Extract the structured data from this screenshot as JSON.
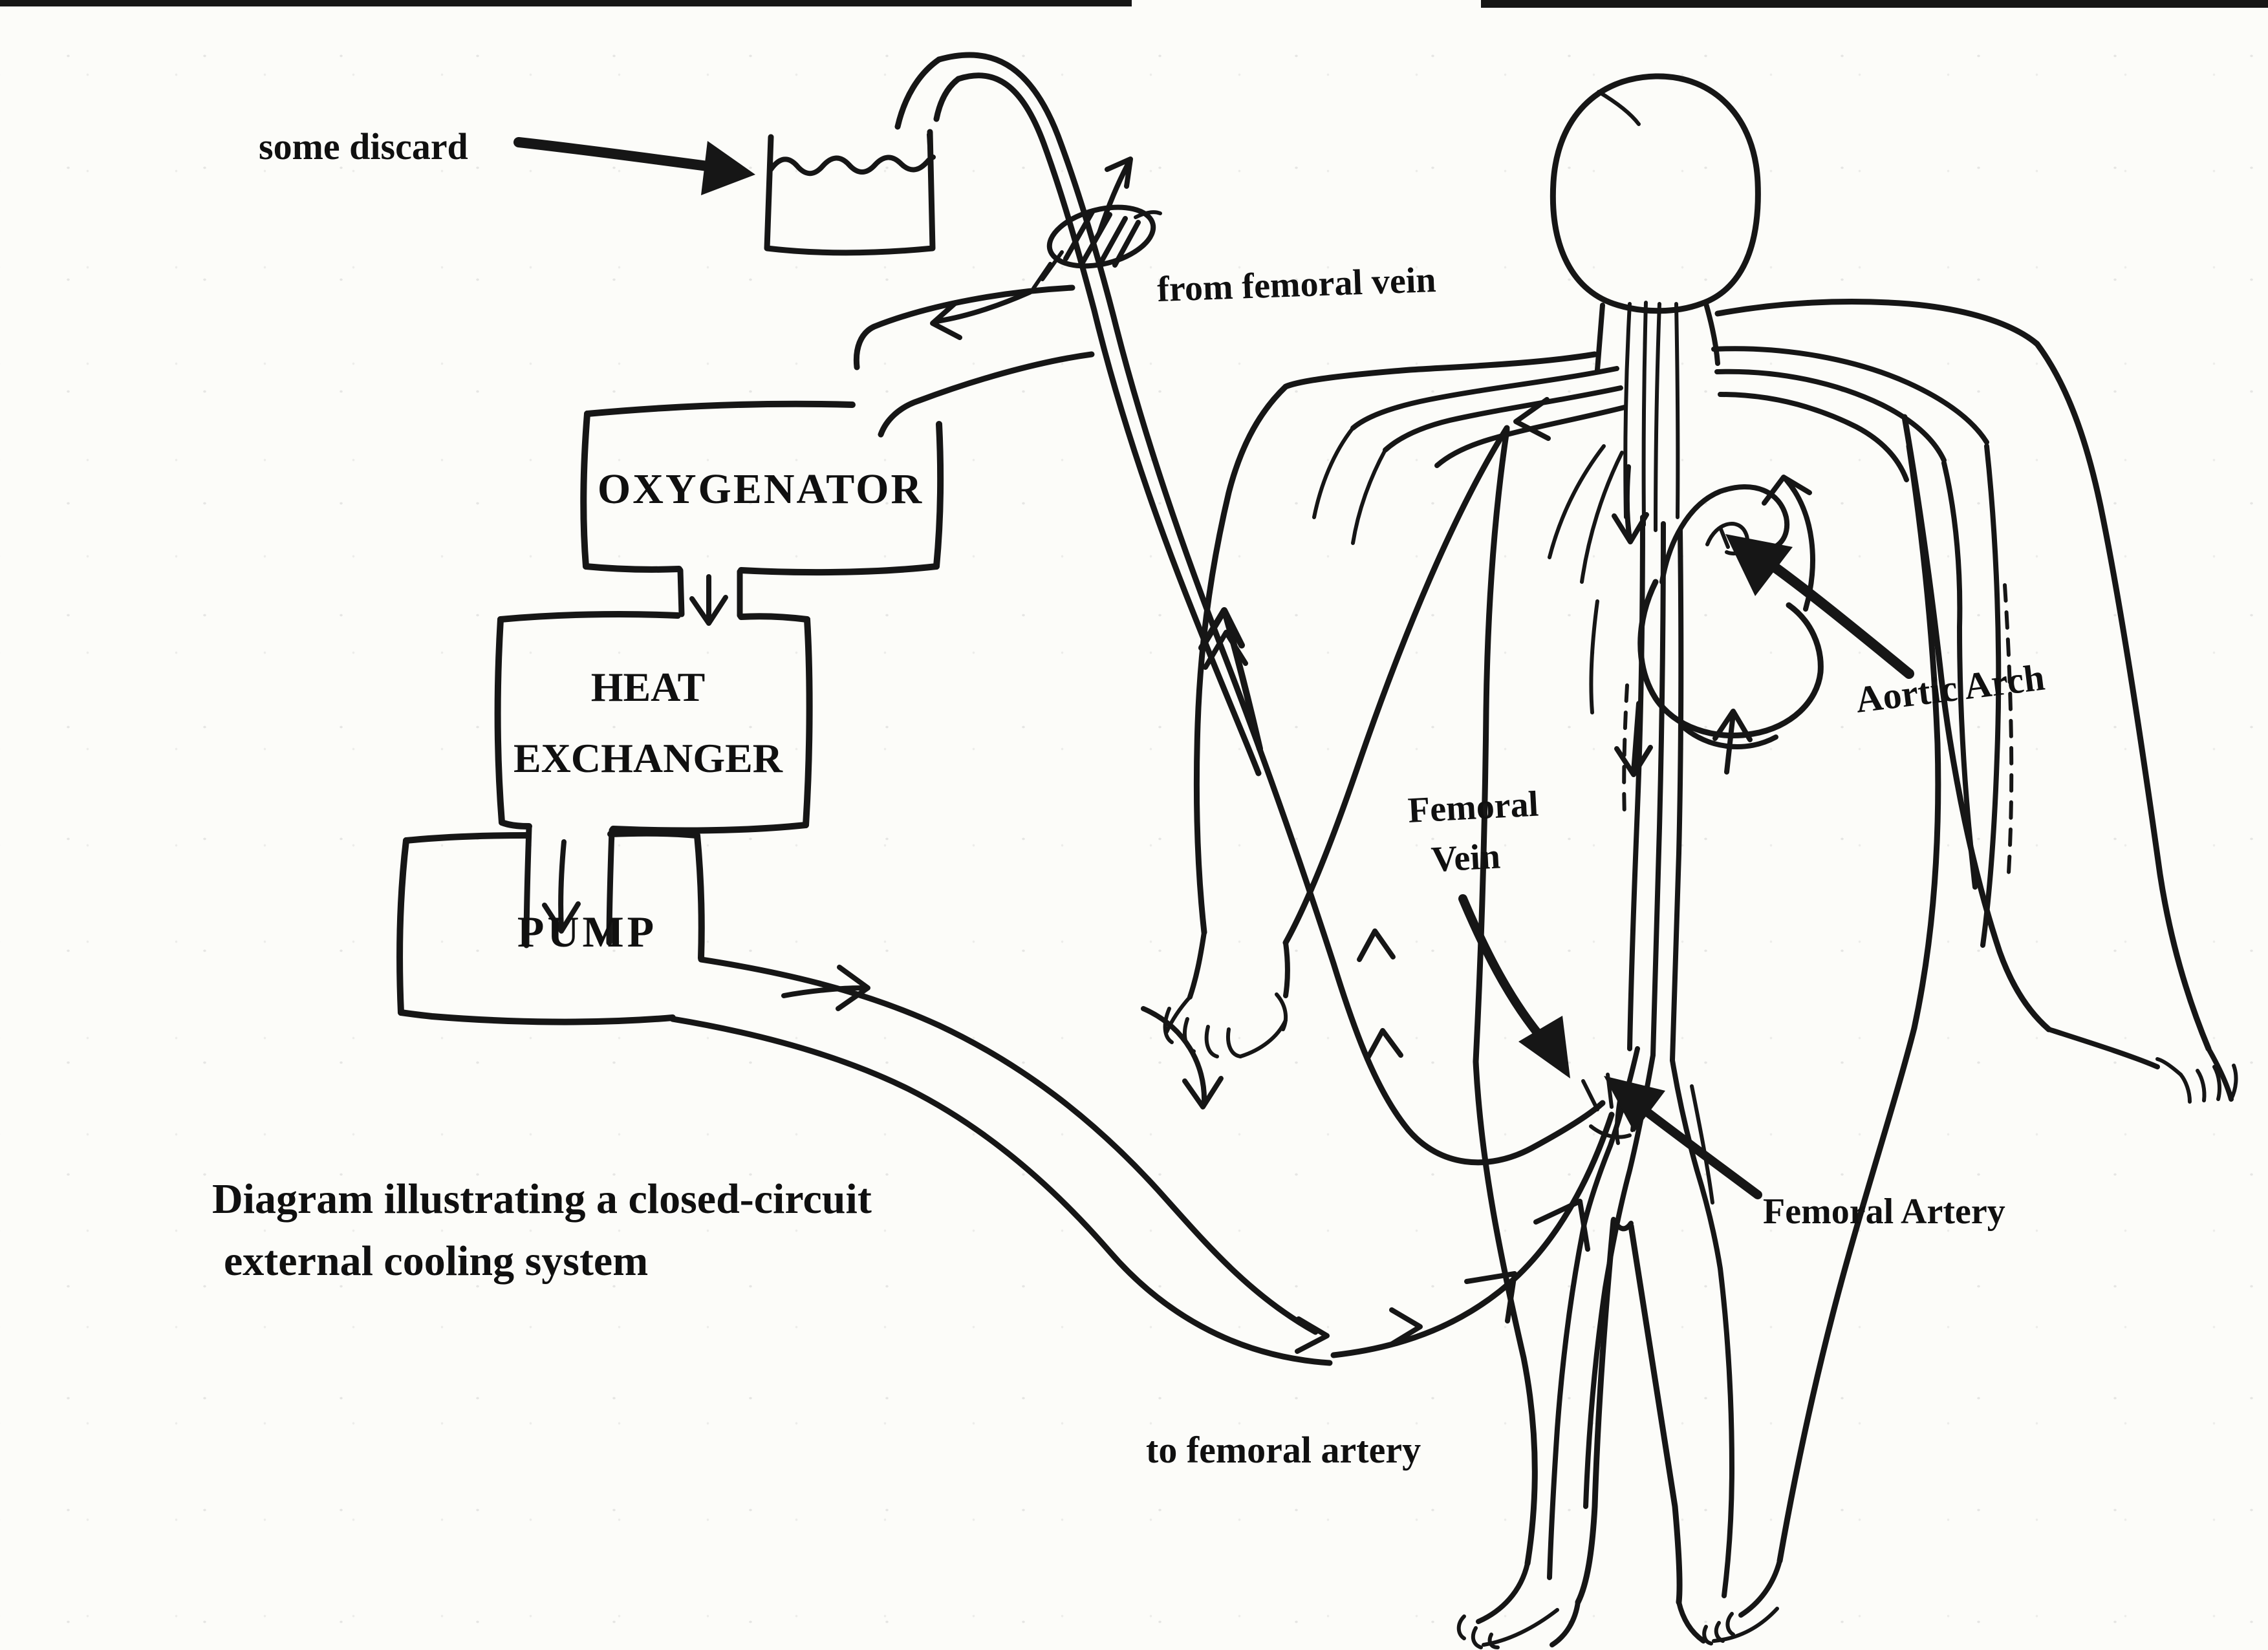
{
  "title": {
    "line1": "Diagram illustrating a closed-circuit",
    "line2": "external cooling system"
  },
  "labels": {
    "some_discard": "some discard",
    "from_femoral_vein": "from femoral vein",
    "aortic_arch": "Aortic Arch",
    "femoral_vein_line1": "Femoral",
    "femoral_vein_line2": "Vein",
    "femoral_artery": "Femoral Artery",
    "to_femoral_artery": "to femoral artery"
  },
  "components": {
    "oxygenator": "OXYGENATOR",
    "heat_exchanger_line1": "HEAT",
    "heat_exchanger_line2": "EXCHANGER",
    "pump": "PUMP"
  },
  "colors": {
    "ink": "#161616",
    "paper": "#fcfcf9"
  }
}
